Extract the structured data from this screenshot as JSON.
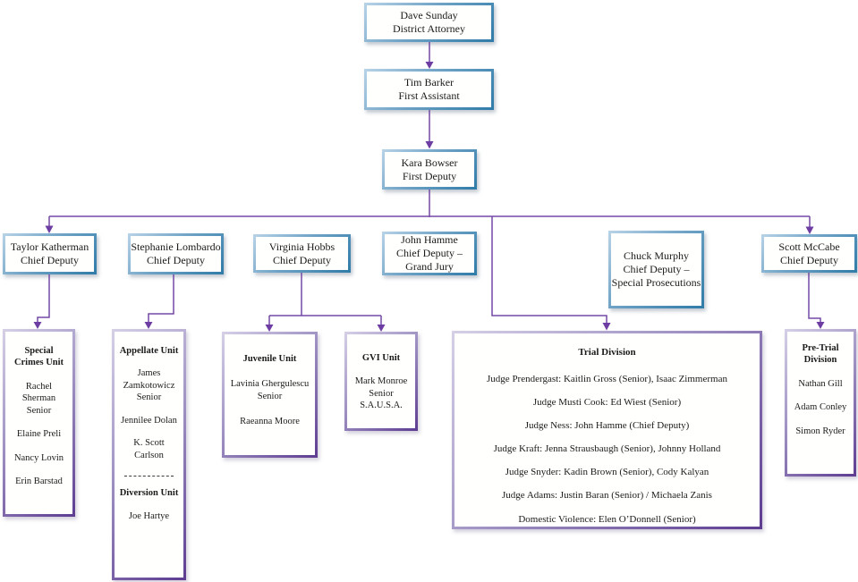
{
  "colors": {
    "connector_purple": "#7448a5",
    "arrowhead_purple": "#6e3da3",
    "management_border_light": "#b8d3e7",
    "management_border_dark": "#2f7ba8",
    "unit_border_light": "#d6d0e6",
    "unit_border_dark": "#5e3c91",
    "box_fill": "#ffffff",
    "text": "#1b1b1b"
  },
  "management": [
    {
      "name": "Dave Sunday",
      "title": "District Attorney"
    },
    {
      "name": "Tim Barker",
      "title": "First Assistant"
    },
    {
      "name": "Kara Bowser",
      "title": "First Deputy"
    }
  ],
  "chiefs": [
    {
      "name": "Taylor Katherman",
      "title": "Chief Deputy"
    },
    {
      "name": "Stephanie Lombardo",
      "title": "Chief Deputy"
    },
    {
      "name": "Virginia Hobbs",
      "title": "Chief Deputy"
    },
    {
      "name": "John Hamme",
      "title": "Chief Deputy – Grand Jury"
    },
    {
      "name": "Chuck Murphy",
      "title": "Chief Deputy – Special Prosecutions"
    },
    {
      "name": "Scott McCabe",
      "title": "Chief Deputy"
    }
  ],
  "units": {
    "special_crimes": {
      "title": "Special Crimes Unit",
      "members": [
        "Rachel Sherman Senior",
        "Elaine Preli",
        "Nancy Lovin",
        "Erin Barstad"
      ]
    },
    "appellate": {
      "title": "Appellate Unit",
      "members": [
        "James Zamkotowicz Senior",
        "Jennilee Dolan",
        "K. Scott Carlson"
      ]
    },
    "diversion": {
      "title": "Diversion Unit",
      "members": [
        "Joe Hartye"
      ]
    },
    "juvenile": {
      "title": "Juvenile Unit",
      "members": [
        "Lavinia Ghergulescu Senior",
        "Raeanna Moore"
      ]
    },
    "gvi": {
      "title": "GVI Unit",
      "members": [
        "Mark Monroe Senior S.A.U.S.A."
      ]
    },
    "trial": {
      "title": "Trial Division",
      "members": [
        "Judge Prendergast: Kaitlin Gross (Senior), Isaac Zimmerman",
        "Judge Musti Cook: Ed Wiest (Senior)",
        "Judge Ness: John Hamme (Chief Deputy)",
        "Judge Kraft: Jenna Strausbaugh (Senior), Johnny Holland",
        "Judge Snyder: Kadin Brown (Senior), Cody Kalyan",
        "Judge Adams: Justin Baran (Senior) / Michaela Zanis",
        "Domestic Violence: Elen O’Donnell (Senior)"
      ]
    },
    "pretrial": {
      "title": "Pre-Trial Division",
      "members": [
        "Nathan Gill",
        "Adam Conley",
        "Simon Ryder"
      ]
    }
  }
}
